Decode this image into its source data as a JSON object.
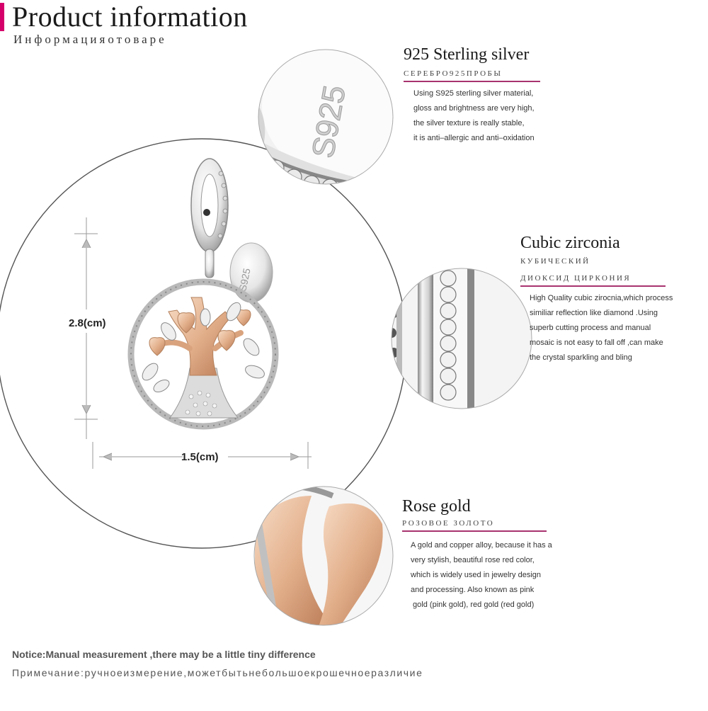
{
  "header": {
    "title": "Product information",
    "subtitle": "Информацияотоваре"
  },
  "dimensions": {
    "height_label": "2.8(cm)",
    "width_label": "1.5(cm)"
  },
  "features": [
    {
      "title": "925 Sterling silver",
      "subtitle": "СЕРЕБРО925ПРОБЫ",
      "body": [
        "Using S925 sterling silver material,",
        "gloss and brightness are very high,",
        "the silver texture is really stable,",
        "it is anti–allergic and anti–oxidation"
      ]
    },
    {
      "title": "Cubic zirconia",
      "subtitle_lines": [
        "КУБИЧЕСКИЙ",
        "ДИОКСИД ЦИРКОНИЯ"
      ],
      "body": [
        "High Quality cubic zirocnia,which process",
        "similiar reflection like diamond .Using",
        "superb cutting process and manual",
        "mosaic is not easy to fall off ,can make",
        "the crystal sparkling and bling"
      ]
    },
    {
      "title": "Rose gold",
      "subtitle": "РОЗОВОЕ ЗОЛОТО",
      "body": [
        "A gold and copper alloy, because it has a",
        "very stylish, beautiful rose red color,",
        "which is widely used in jewelry design",
        "and processing. Also known as pink",
        " gold (pink gold), red gold (red gold)"
      ]
    }
  ],
  "charm_stamp": "S925",
  "detail_stamp": "S925",
  "notice": {
    "en": "Notice:Manual measurement ,there may be a little tiny  difference",
    "ru": "Примечание:ручноеизмерение,можетбытьнебольшоекрошечноеразличие"
  },
  "colors": {
    "accent": "#d6006b",
    "underline": "#a8336f",
    "rose_gold": "#e3b08c",
    "silver": "#d9d9d9"
  }
}
